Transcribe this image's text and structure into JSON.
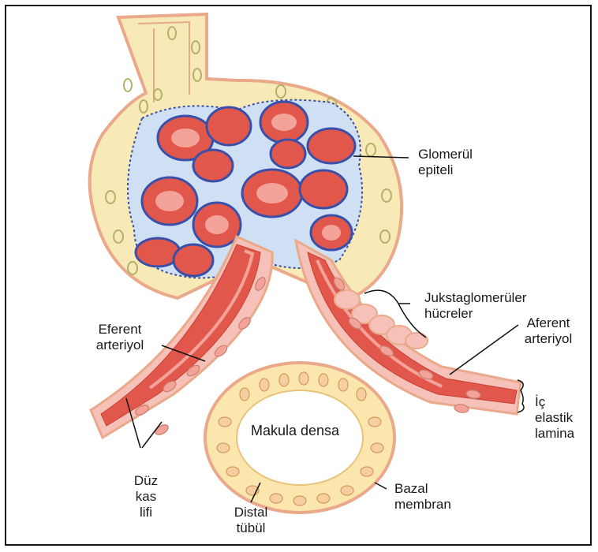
{
  "labels": {
    "glomerul_epiteli": [
      "Glomerül",
      "epiteli"
    ],
    "jukstaglomeruler": [
      "Jukstaglomerüler",
      "hücreler"
    ],
    "eferent": [
      "Eferent",
      "arteriyol"
    ],
    "aferent": [
      "Aferent",
      "arteriyol"
    ],
    "ic_elastik": [
      "İç",
      "elastik",
      "lamina"
    ],
    "makula_densa": "Makula densa",
    "duz_kas": [
      "Düz",
      "kas",
      "lifi"
    ],
    "distal_tubul": [
      "Distal",
      "tübül"
    ],
    "bazal_membran": [
      "Bazal",
      "membran"
    ]
  },
  "colors": {
    "capsule_fill": "#f7eab6",
    "capsule_border": "#e9a98a",
    "capillary": "#e2574c",
    "capillary_light": "#f4a39a",
    "epithelium": "#3a4fa8",
    "vessel_wall": "#f6c1b8",
    "tubule_cell": "#fbe7ad"
  }
}
